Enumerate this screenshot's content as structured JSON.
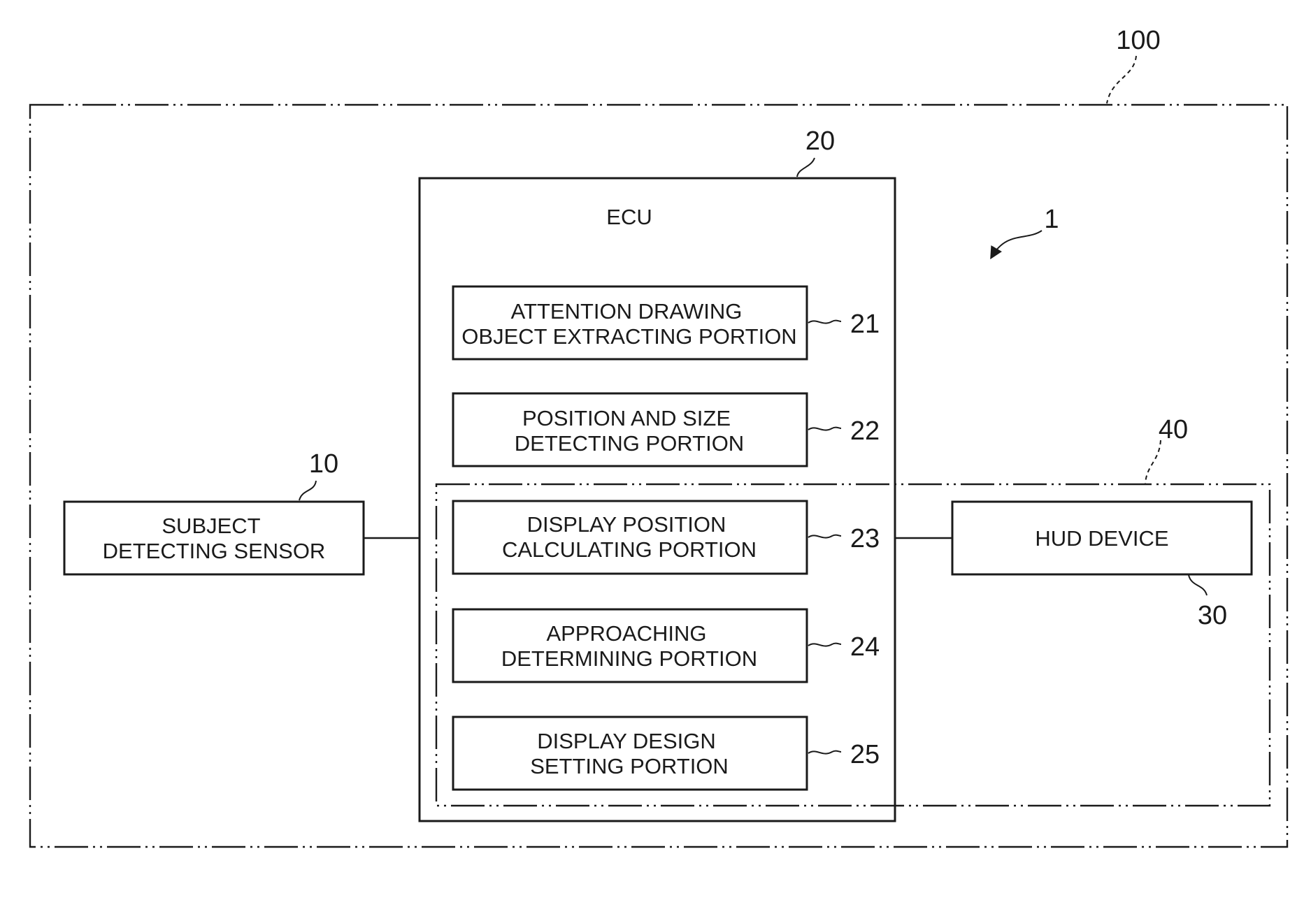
{
  "ecu": {
    "title": "ECU",
    "ref": "20"
  },
  "system": {
    "ref": "100"
  },
  "device": {
    "ref": "1"
  },
  "sensor": {
    "line1": "SUBJECT",
    "line2": "DETECTING SENSOR",
    "ref": "10"
  },
  "hud": {
    "label": "HUD DEVICE",
    "ref": "30",
    "group_ref": "40"
  },
  "portions": [
    {
      "line1": "ATTENTION DRAWING",
      "line2": "OBJECT EXTRACTING PORTION",
      "ref": "21"
    },
    {
      "line1": "POSITION AND SIZE",
      "line2": "DETECTING PORTION",
      "ref": "22"
    },
    {
      "line1": "DISPLAY POSITION",
      "line2": "CALCULATING PORTION",
      "ref": "23"
    },
    {
      "line1": "APPROACHING",
      "line2": "DETERMINING PORTION",
      "ref": "24"
    },
    {
      "line1": "DISPLAY DESIGN",
      "line2": "SETTING PORTION",
      "ref": "25"
    }
  ]
}
